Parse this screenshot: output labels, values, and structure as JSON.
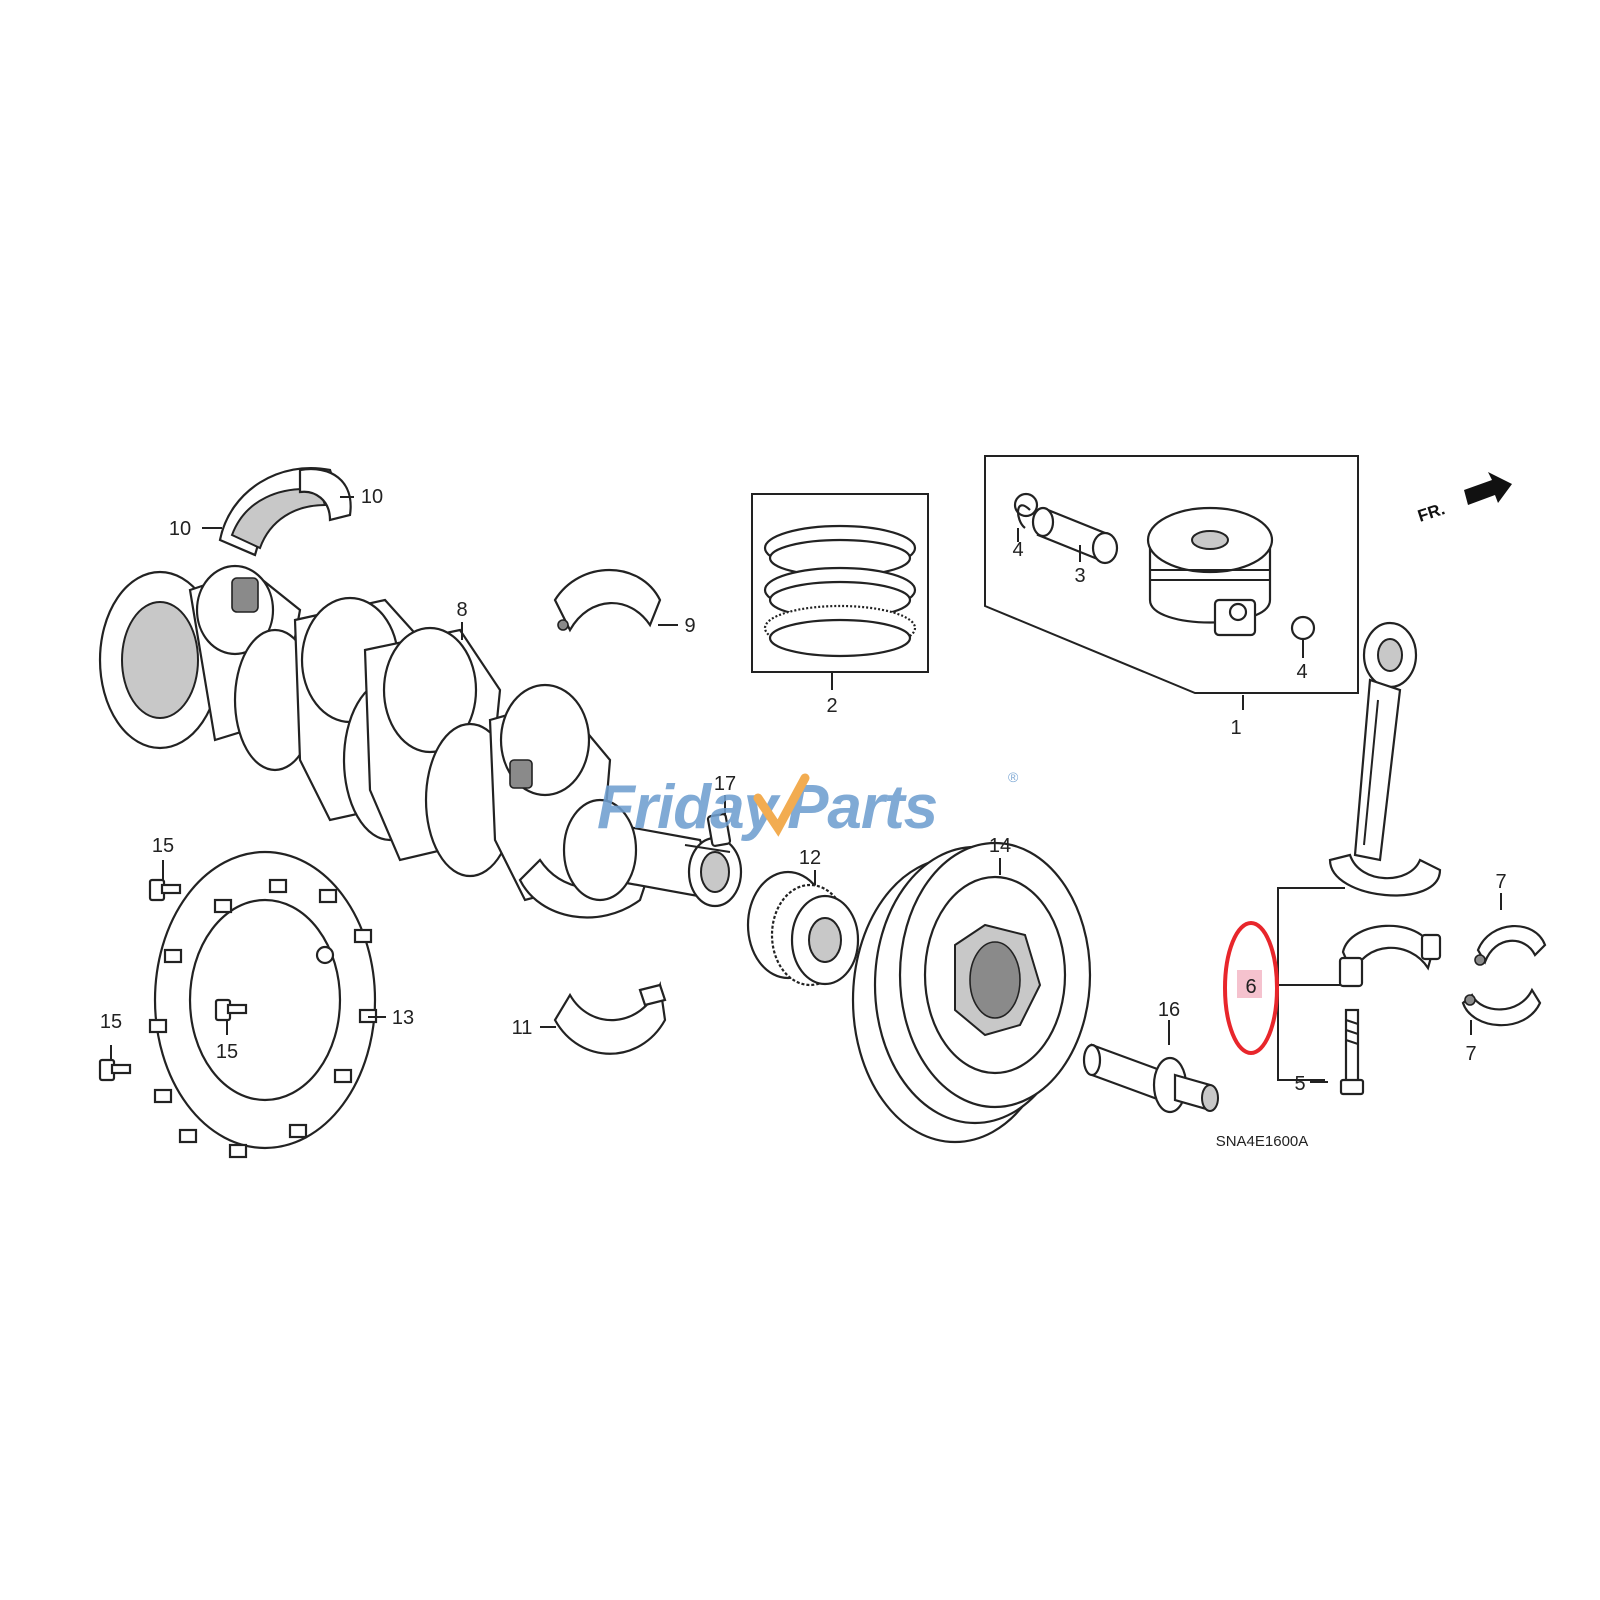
{
  "watermark": {
    "brand_left": "Friday",
    "brand_right": "Parts",
    "registered": "®",
    "color_text": "#6f9fd0",
    "color_accent": "#f1a13a"
  },
  "diagram": {
    "code": "SNA4E1600A",
    "direction_label": "FR.",
    "highlight_color": "#e8262b",
    "highlight_fill": "#f3b7c6",
    "callouts": [
      "1",
      "2",
      "3",
      "4",
      "4",
      "5",
      "6",
      "7",
      "7",
      "8",
      "9",
      "10",
      "10",
      "11",
      "12",
      "13",
      "14",
      "15",
      "15",
      "15",
      "16",
      "17"
    ]
  }
}
